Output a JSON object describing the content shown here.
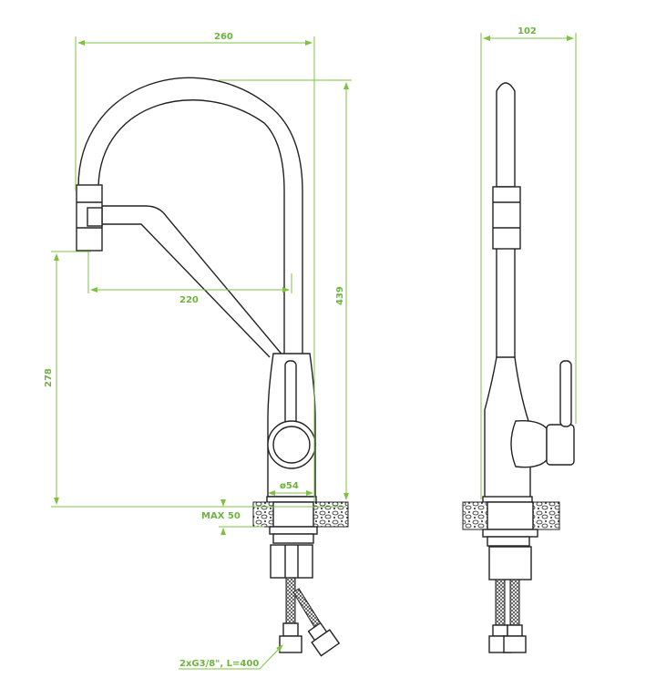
{
  "dimensions": {
    "overall_width": "260",
    "overall_height": "439",
    "spout_height": "278",
    "spout_reach": "220",
    "base_diameter": "ø54",
    "max_countertop": "MAX 50",
    "side_width": "102",
    "hoses": "2xG3/8\", L=400"
  },
  "colors": {
    "dimension": "#7dc242",
    "outline": "#222222"
  }
}
